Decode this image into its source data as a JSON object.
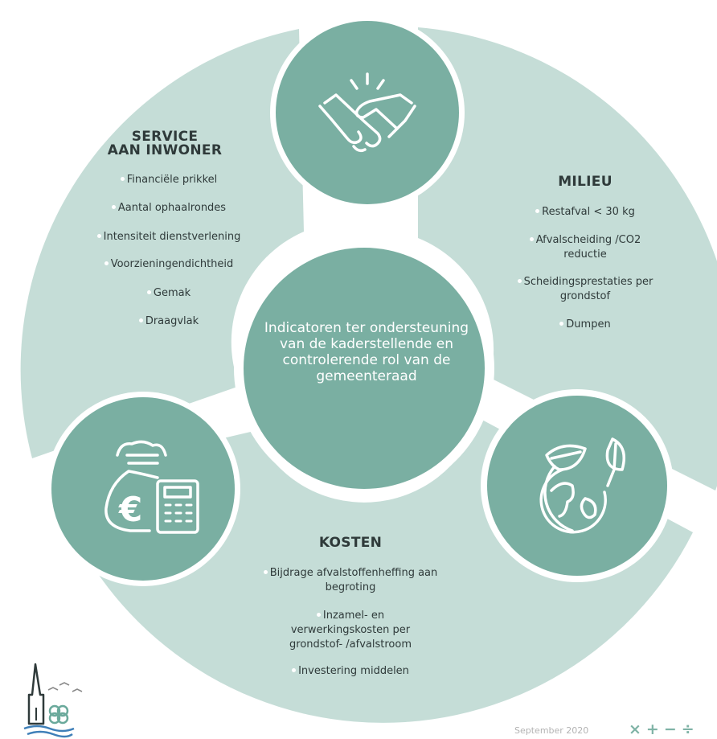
{
  "center": {
    "text": "Indicatoren ter ondersteuning van de kaderstellende en controlerende rol van de gemeenteraad"
  },
  "segments": {
    "service": {
      "title_lines": [
        "SERVICE",
        "AAN INWONER"
      ],
      "items": [
        "Financiële prikkel",
        "Aantal ophaalrondes",
        "Intensiteit dienstverlening",
        "Voorzieningendichtheid",
        "Gemak",
        "Draagvlak"
      ],
      "icon": "handshake-icon"
    },
    "milieu": {
      "title": "MILIEU",
      "items": [
        "Restafval < 30 kg",
        "Afvalscheiding /CO2 reductie",
        "Scheidingsprestaties per grondstof",
        "Dumpen"
      ],
      "icon": "earth-leaf-icon"
    },
    "kosten": {
      "title": "KOSTEN",
      "items": [
        "Bijdrage afvalstoffenheffing aan begroting",
        "Inzamel- en verwerkingskosten per grondstof- /afvalstroom",
        "Investering middelen"
      ],
      "icon": "money-bag-calculator-icon"
    }
  },
  "footer": {
    "date": "September 2020",
    "symbols": "×+−÷"
  },
  "logo": {
    "icon": "church-tower-logo-icon"
  },
  "colors": {
    "ring_light": "#c5ddd7",
    "circle_dark": "#7aafa2",
    "text_dark": "#2f3a3a",
    "white": "#ffffff"
  }
}
